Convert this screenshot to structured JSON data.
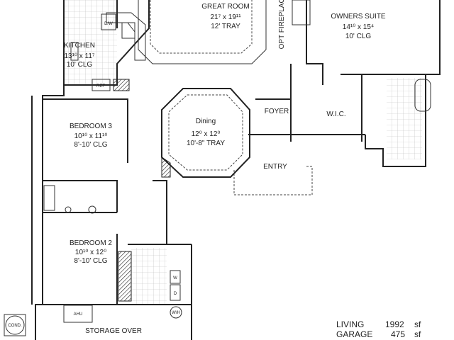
{
  "rooms": {
    "great_room": {
      "name": "GREAT ROOM",
      "size": "21⁷ x 19¹¹",
      "ceiling": "12' TRAY"
    },
    "owners_suite": {
      "name": "OWNERS SUITE",
      "size": "14¹⁰ x 15⁴",
      "ceiling": "10' CLG"
    },
    "kitchen": {
      "name": "KITCHEN",
      "size": "13¹⁰ x 11⁷",
      "ceiling": "10' CLG"
    },
    "bedroom3": {
      "name": "BEDROOM 3",
      "size": "10¹⁰ x 11¹⁰",
      "ceiling": "8'-10' CLG"
    },
    "dining": {
      "name": "Dining",
      "size": "12⁰ x 12⁰",
      "ceiling": "10'-8\" TRAY"
    },
    "foyer": {
      "name": "FOYER"
    },
    "wic": {
      "name": "W.I.C."
    },
    "entry": {
      "name": "ENTRY"
    },
    "bedroom2": {
      "name": "BEDROOM 2",
      "size": "10¹⁰ x 12⁰",
      "ceiling": "8'-10' CLG"
    },
    "storage": {
      "name": "STORAGE OVER"
    }
  },
  "fixtures": {
    "dishwasher": "D/W",
    "refrigerator": "REF",
    "fireplace": "OPT FIREPLACE",
    "washer": "W",
    "dryer": "D",
    "water_heater": "W/H",
    "ahu": "AHU",
    "condenser": "COND."
  },
  "areas": [
    {
      "label": "LIVING",
      "value": "1992",
      "unit": "sf"
    },
    {
      "label": "GARAGE",
      "value": "475",
      "unit": "sf"
    }
  ]
}
